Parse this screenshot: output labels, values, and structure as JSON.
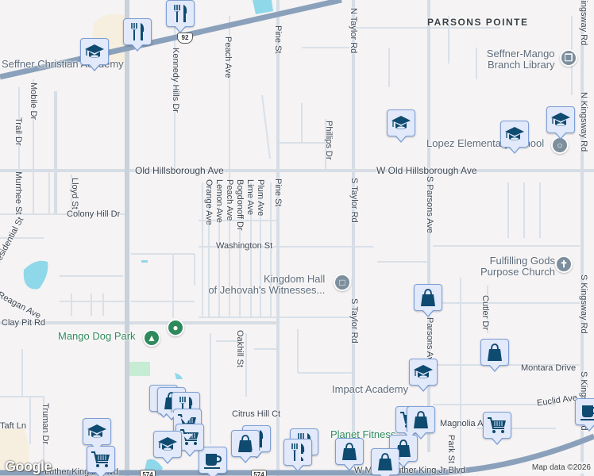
{
  "map": {
    "neighborhood": "PARSONS POINTE",
    "roads": {
      "old_hillsborough": "Old Hillsborough Ave",
      "w_old_hillsborough": "W Old Hillsborough Ave",
      "colony_hill": "Colony Hill Dr",
      "washington": "Washington St",
      "clay_pit": "Clay Pit Rd",
      "citrus_hill": "Citrus Hill Ct",
      "montara": "Montara Drive",
      "euclid": "Euclid Ave",
      "magnolia": "Magnolia Ave",
      "mlk": "W Martin Luther King Jr Blvd",
      "mlk_left": "Luther King Jr Blvd",
      "taft": "Taft Ln",
      "reagan": "Reagan Ave",
      "presidential": "Presidential St",
      "mobile": "Mobile Dr",
      "trail": "Trail Dr",
      "murrhee": "Murrhee St",
      "lloyd": "Lloyd St",
      "kennedy_hills": "Kennedy Hills Dr",
      "peach_top": "Peach Ave",
      "pine_top": "Pine St",
      "pine": "Pine St",
      "orange": "Orange Ave",
      "lemon": "Lemon Ave",
      "peach": "Peach Ave",
      "bogdonoff": "Bogdonoff Dr",
      "lime": "Lime Ave",
      "plum": "Plum Ave",
      "n_taylor": "N Taylor Rd",
      "phillips": "Phillips Dr",
      "s_taylor": "S Taylor Rd",
      "s_taylor2": "S Taylor Rd",
      "s_parsons": "S Parsons Ave",
      "parsons_lower": "Parsons Ave",
      "oakhill": "Oakhill St",
      "truman": "Truman Dr",
      "cutler": "Cutler Dr",
      "park": "Park St",
      "n_kingsway_top": "N Kingsway Rd",
      "n_kingsway": "N Kingsway Rd",
      "s_kingsway": "S Kingsway Rd",
      "s_kingsway2": "S Kingsway Rd",
      "us92": "92",
      "sr574": "574"
    },
    "places": {
      "seffner_christian": "Seffner Christian Academy",
      "library_line1": "Seffner-Mango",
      "library_line2": "Branch Library",
      "lopez": "Lopez Elementary School",
      "kingdom_hall_line1": "Kingdom Hall",
      "kingdom_hall_line2": "of Jehovah's Witnesses...",
      "church_line1": "Fulfilling Gods",
      "church_line2": "Purpose Church",
      "mango_dog_park": "Mango Dog Park",
      "impact_academy": "Impact Academy",
      "planet_fitness": "Planet Fitness"
    },
    "google_logo": "Google",
    "attribution": "Map data ©2026"
  },
  "colors": {
    "background": "#f5f3f4",
    "road": "#d6dde5",
    "highway": "#8ba1bb",
    "water": "#8fd8ea",
    "park": "#c6ecd3",
    "pin_fill": "#e1e9fa",
    "pin_border": "#7e9fd6",
    "icon": "#0f4a70"
  }
}
